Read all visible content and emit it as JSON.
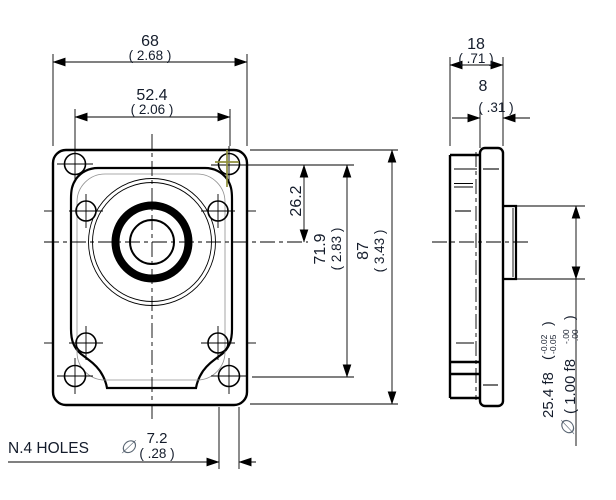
{
  "front_view": {
    "width_mm": "68",
    "width_in": "( 2.68 )",
    "bolt_spacing_x_mm": "52.4",
    "bolt_spacing_x_in": "( 2.06 )",
    "center_offset_mm": "26.2",
    "bolt_spacing_y_mm": "71.9",
    "bolt_spacing_y_in": "( 2.83 )",
    "height_mm": "87",
    "height_in": "( 3.43 )",
    "holes_note": "N.4 HOLES",
    "holes_dia_symbol": "∅",
    "holes_dia_mm": "7.2",
    "holes_dia_in": "( .28 )"
  },
  "side_view": {
    "depth_mm": "18",
    "depth_in": "( .71 )",
    "flange_thickness_mm": "8",
    "flange_thickness_in": "( .31 )",
    "pilot_dia_symbol": "∅",
    "pilot_dia_mm": "25.4 f8",
    "pilot_tol_open": "(",
    "pilot_tol_upper": "-0.02",
    "pilot_tol_lower": "-0.05",
    "pilot_tol_close": ")",
    "pilot_dia_in": "( 1.00 f8",
    "pilot_in_tol_upper": "-.00",
    "pilot_in_tol_lower": "-.00",
    "pilot_in_close": ")"
  },
  "colors": {
    "line": "#000000",
    "text": "#141c2b",
    "highlight": "#8f8f3c",
    "symbol": "#5a6673"
  }
}
